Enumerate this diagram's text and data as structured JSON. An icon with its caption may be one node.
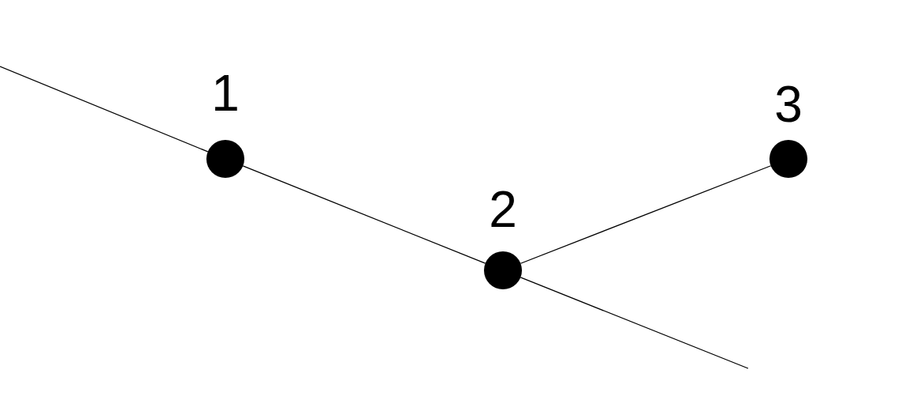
{
  "diagram": {
    "nodes": [
      {
        "text": [],
        "shape": "circle",
        "beside": [
          "1"
        ]
      },
      {
        "text": [],
        "shape": "circle",
        "beside": [
          "2"
        ]
      },
      {
        "text": [],
        "shape": "circle",
        "beside": [
          "3"
        ]
      }
    ],
    "edges": [
      {
        "from": null,
        "to": 0,
        "arrow": "none"
      },
      {
        "from": 0,
        "to": 1,
        "arrow": "none"
      },
      {
        "from": 1,
        "to": null,
        "arrow": "none"
      },
      {
        "from": 1,
        "to": 2,
        "arrow": "none"
      }
    ]
  }
}
